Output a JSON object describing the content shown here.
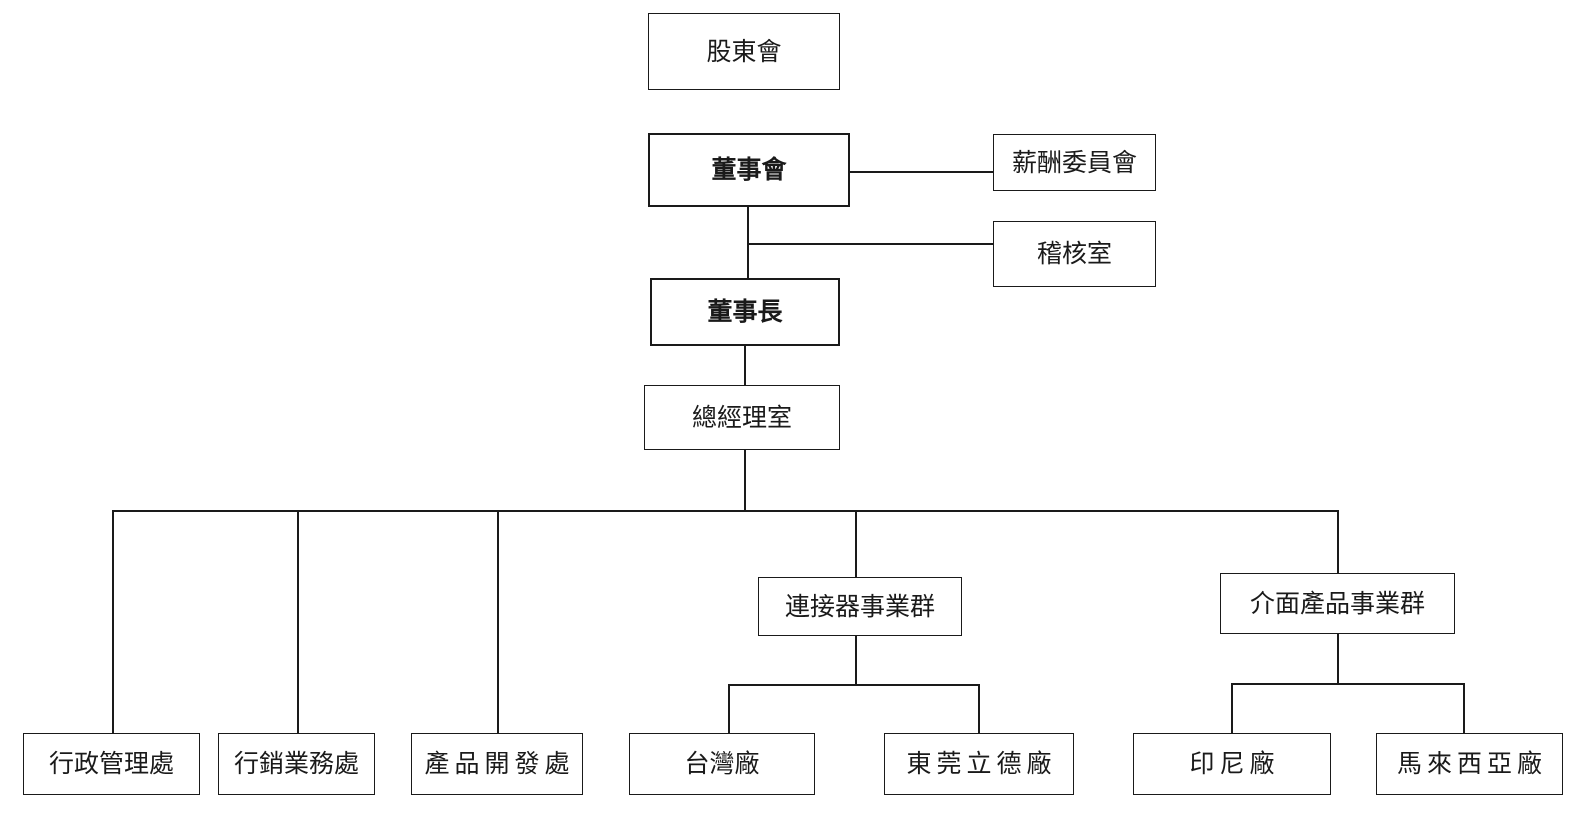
{
  "chart_data": {
    "type": "diagram",
    "title": "",
    "diagram_kind": "organization-chart",
    "orientation": "top-down",
    "colors": {
      "background": "#ffffff",
      "box_border": "#1a1a1a",
      "connector": "#1a1a1a",
      "text": "#1a1a1a"
    },
    "nodes": [
      {
        "id": "shareholders",
        "label": "股東會",
        "level": 0,
        "bold": false
      },
      {
        "id": "board",
        "label": "董事會",
        "level": 1,
        "bold": true
      },
      {
        "id": "comp-committee",
        "label": "薪酬委員會",
        "level": 1,
        "bold": false
      },
      {
        "id": "audit-office",
        "label": "稽核室",
        "level": 1,
        "bold": false
      },
      {
        "id": "chairman",
        "label": "董事長",
        "level": 2,
        "bold": true
      },
      {
        "id": "president-office",
        "label": "總經理室",
        "level": 3,
        "bold": false
      },
      {
        "id": "admin-div",
        "label": "行政管理處",
        "level": 5,
        "bold": false
      },
      {
        "id": "sales-div",
        "label": "行銷業務處",
        "level": 5,
        "bold": false
      },
      {
        "id": "product-dev-div",
        "label": "產品開發處",
        "level": 5,
        "bold": false
      },
      {
        "id": "connector-group",
        "label": "連接器事業群",
        "level": 4,
        "bold": false
      },
      {
        "id": "taiwan-plant",
        "label": "台灣廠",
        "level": 5,
        "bold": false
      },
      {
        "id": "dongguan-plant",
        "label": "東莞立德廠",
        "level": 5,
        "bold": false
      },
      {
        "id": "interface-group",
        "label": "介面產品事業群",
        "level": 4,
        "bold": false
      },
      {
        "id": "indonesia-plant",
        "label": "印尼廠",
        "level": 5,
        "bold": false
      },
      {
        "id": "malaysia-plant",
        "label": "馬來西亞廠",
        "level": 5,
        "bold": false
      }
    ],
    "edges": [
      {
        "from": "board",
        "to": "comp-committee"
      },
      {
        "from": "board",
        "to": "audit-office"
      },
      {
        "from": "board",
        "to": "chairman"
      },
      {
        "from": "chairman",
        "to": "president-office"
      },
      {
        "from": "president-office",
        "to": "admin-div"
      },
      {
        "from": "president-office",
        "to": "sales-div"
      },
      {
        "from": "president-office",
        "to": "product-dev-div"
      },
      {
        "from": "president-office",
        "to": "connector-group"
      },
      {
        "from": "president-office",
        "to": "interface-group"
      },
      {
        "from": "connector-group",
        "to": "taiwan-plant"
      },
      {
        "from": "connector-group",
        "to": "dongguan-plant"
      },
      {
        "from": "interface-group",
        "to": "indonesia-plant"
      },
      {
        "from": "interface-group",
        "to": "malaysia-plant"
      }
    ]
  },
  "nodes": {
    "shareholders": {
      "label": "股東會"
    },
    "board": {
      "label": "董事會"
    },
    "comp_committee": {
      "label": "薪酬委員會"
    },
    "audit_office": {
      "label": "稽核室"
    },
    "chairman": {
      "label": "董事長"
    },
    "president_office": {
      "label": "總經理室"
    },
    "admin_div": {
      "label": "行政管理處"
    },
    "sales_div": {
      "label": "行銷業務處"
    },
    "product_dev_div": {
      "label": "產品開發處"
    },
    "connector_group": {
      "label": "連接器事業群"
    },
    "taiwan_plant": {
      "label": "台灣廠"
    },
    "dongguan_plant": {
      "label": "東莞立德廠"
    },
    "interface_group": {
      "label": "介面產品事業群"
    },
    "indonesia_plant": {
      "label": "印尼廠"
    },
    "malaysia_plant": {
      "label": "馬來西亞廠"
    }
  }
}
